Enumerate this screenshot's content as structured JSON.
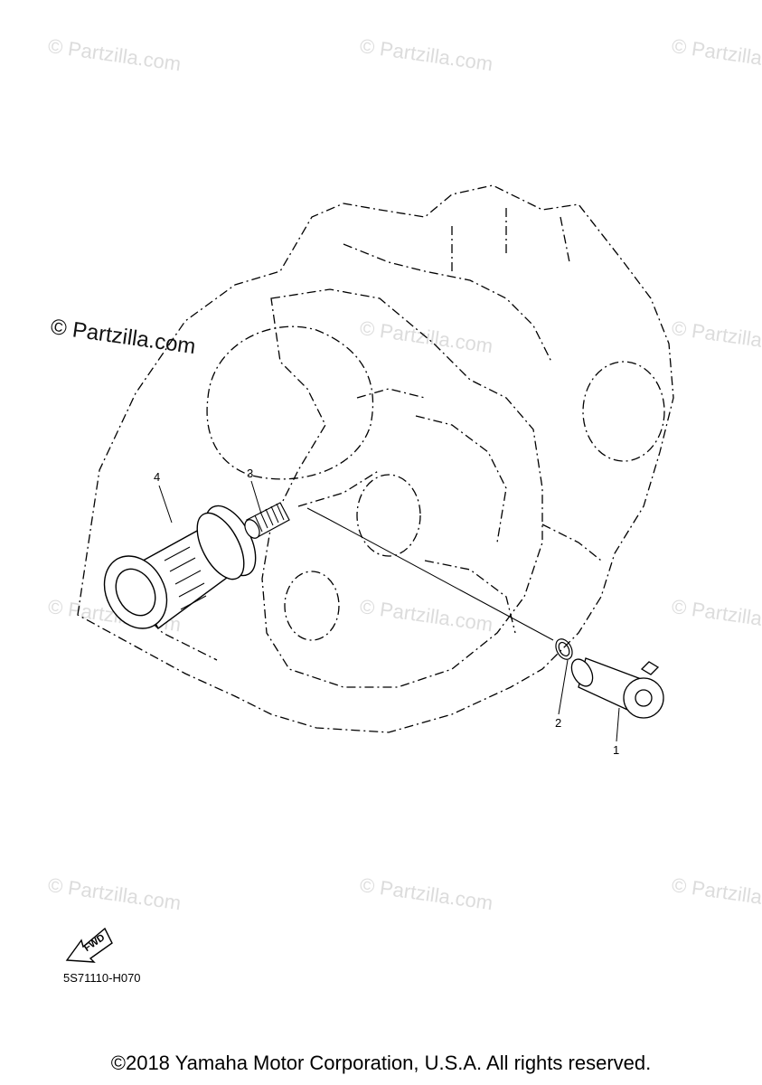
{
  "watermark": {
    "text": "© Partzilla.com",
    "highlight_text": "© Partzilla.com",
    "color": "#dcdcdc"
  },
  "callouts": [
    "1",
    "2",
    "3",
    "4"
  ],
  "fwd_label": "FWD",
  "diagram_code": "5S71110-H070",
  "copyright": "©2018 Yamaha Motor Corporation, U.S.A. All rights reserved."
}
